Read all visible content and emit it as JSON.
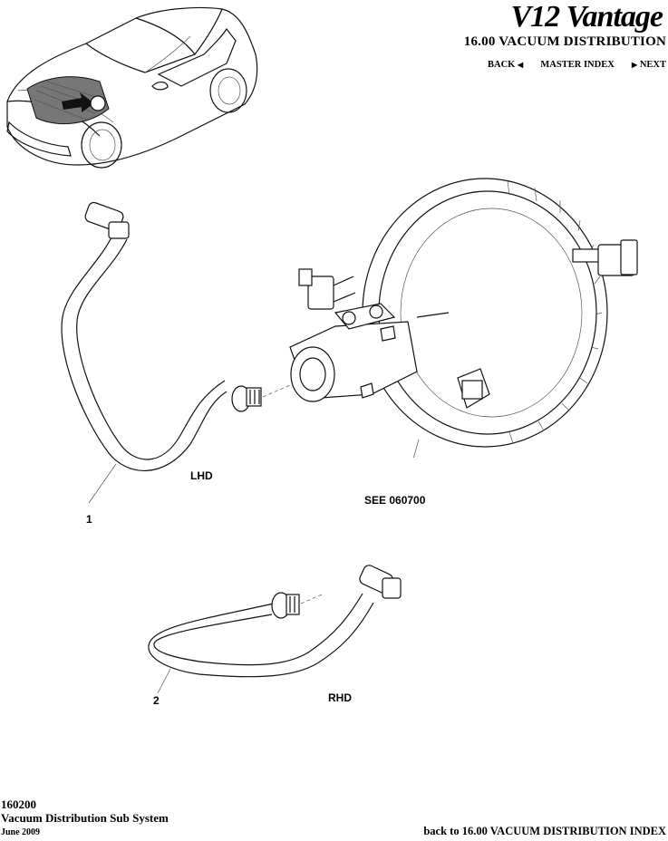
{
  "header": {
    "brand": "V12 Vantage",
    "section_title": "16.00 VACUUM DISTRIBUTION",
    "nav": {
      "back": "BACK",
      "master_index": "MASTER INDEX",
      "next": "NEXT"
    }
  },
  "diagram": {
    "callouts": {
      "item1": "1",
      "item2": "2",
      "lhd": "LHD",
      "rhd": "RHD",
      "see_ref": "SEE 060700"
    }
  },
  "footer": {
    "code": "160200",
    "title": "Vacuum Distribution Sub System",
    "date": "June 2009",
    "index_link": "back to 16.00 VACUUM DISTRIBUTION INDEX"
  }
}
